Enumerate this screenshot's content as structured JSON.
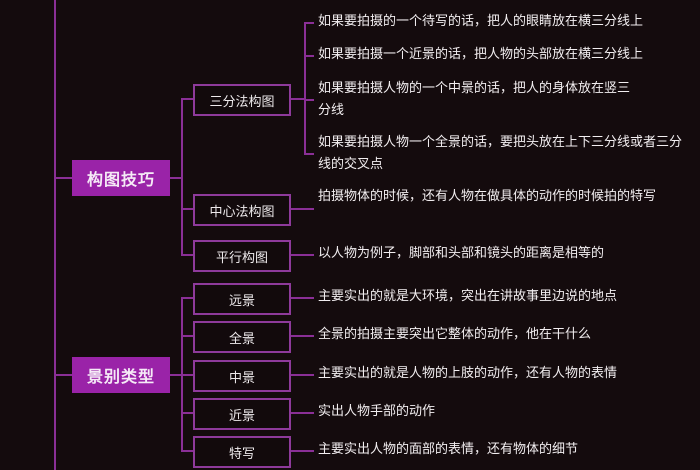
{
  "colors": {
    "background": "#140b0d",
    "connector": "#8a2f96",
    "main_node_fill": "#9a23a8",
    "sub_node_border": "#8e3a9b",
    "text": "#f2eef0"
  },
  "branches": [
    {
      "label": "构图技巧",
      "children": [
        {
          "label": "三分法构图",
          "leaves": [
            "如果要拍摄的一个待写的话，把人的眼睛放在横三分线上",
            "如果要拍摄一个近景的话，把人物的头部放在横三分线上",
            "如果要拍摄人物的一个中景的话，把人的身体放在竖三分线",
            "如果要拍摄人物一个全景的话，要把头放在上下三分线或者三分线的交叉点"
          ]
        },
        {
          "label": "中心法构图",
          "leaves": [
            "拍摄物体的时候，还有人物在做具体的动作的时候拍的特写"
          ]
        },
        {
          "label": "平行构图",
          "leaves": [
            "以人物为例子，脚部和头部和镜头的距离是相等的"
          ]
        }
      ]
    },
    {
      "label": "景别类型",
      "children": [
        {
          "label": "远景",
          "leaves": [
            "主要实出的就是大环境，突出在讲故事里边说的地点"
          ]
        },
        {
          "label": "全景",
          "leaves": [
            "全景的拍摄主要突出它整体的动作，他在干什么"
          ]
        },
        {
          "label": "中景",
          "leaves": [
            "主要实出的就是人物的上肢的动作，还有人物的表情"
          ]
        },
        {
          "label": "近景",
          "leaves": [
            "实出人物手部的动作"
          ]
        },
        {
          "label": "特写",
          "leaves": [
            "主要实出人物的面部的表情，还有物体的细节"
          ]
        }
      ]
    }
  ]
}
